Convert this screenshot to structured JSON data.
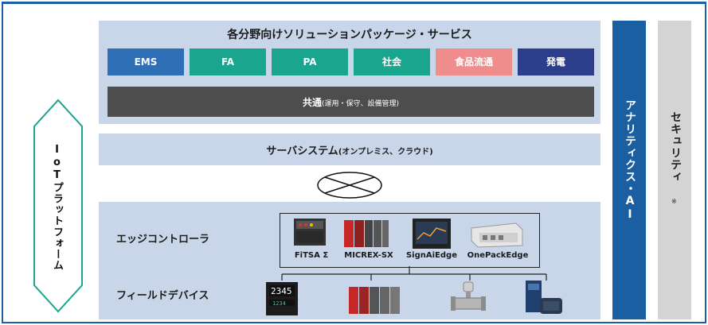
{
  "top_panel": {
    "title": "各分野向けソリューションパッケージ・サービス",
    "tiles": [
      {
        "label": "EMS",
        "color": "#2f6fb5"
      },
      {
        "label": "FA",
        "color": "#1aa58f"
      },
      {
        "label": "PA",
        "color": "#1aa58f"
      },
      {
        "label": "社会",
        "color": "#1aa58f"
      },
      {
        "label": "食品流通",
        "color": "#ef8d8d"
      },
      {
        "label": "発電",
        "color": "#2d3f8c"
      }
    ],
    "common_main": "共通",
    "common_sub": "(運用・保守、設備管理)"
  },
  "server": {
    "main": "サーバシステム",
    "sub": "(オンプレミス、クラウド)"
  },
  "bottom_panel": {
    "edge_label": "エッジコントローラ",
    "field_label": "フィールドデバイス",
    "products": [
      "FiTSA Σ",
      "MICREX-SX",
      "SignAiEdge",
      "OnePackEdge"
    ]
  },
  "left_tag": "IoTプラットフォーム",
  "right_bars": {
    "analytics": "アナリティクス・AI",
    "security": "セキュリティ",
    "security_note": "※"
  },
  "colors": {
    "frame": "#1d5fa3",
    "panel": "#c9d6ea",
    "common_bar": "#4d4d4d",
    "analytics_bar": "#1a5fa2",
    "security_bar": "#d4d4d4",
    "iot_outline": "#1aa58f"
  }
}
